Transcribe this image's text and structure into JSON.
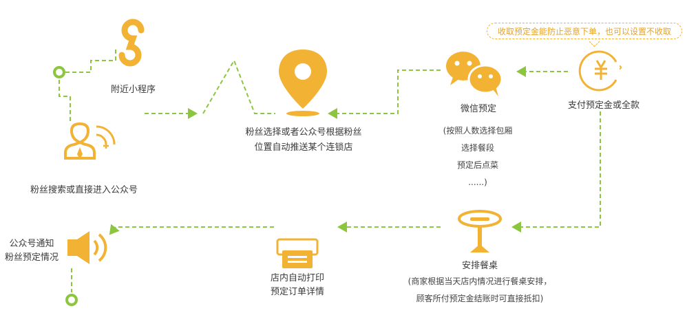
{
  "colors": {
    "accent": "#f2b233",
    "connector": "#8cc63f",
    "text": "#3a3a3a"
  },
  "nodes": {
    "mini_program": {
      "label": "附近小程序",
      "icon": "mini-program-icon"
    },
    "fan_search": {
      "label": "粉丝搜索或直接进入公众号",
      "icon": "user-add-icon"
    },
    "push_store": {
      "line1": "粉丝选择或者公众号根据粉丝",
      "line2": "位置自动推送某个连锁店",
      "icon": "location-pin-icon"
    },
    "wechat_booking": {
      "label": "微信预定",
      "detail1": "(按照人数选择包厢",
      "detail2": "选择餐段",
      "detail3": "预定后点菜",
      "detail4": "......)",
      "icon": "wechat-icon"
    },
    "pay": {
      "label": "支付预定金或全款",
      "icon": "yen-icon",
      "note": "收取预定金能防止恶意下单，也可以设置不收取"
    },
    "arrange_table": {
      "label": "安排餐桌",
      "detail1": "(商家根据当天店内情况进行餐桌安排，",
      "detail2": "顾客所付预定金结账时可直接抵扣)",
      "icon": "table-icon"
    },
    "print": {
      "line1": "店内自动打印",
      "line2": "预定订单详情",
      "icon": "printer-icon"
    },
    "notify": {
      "line1": "公众号通知",
      "line2": "粉丝预定情况",
      "icon": "speaker-icon"
    }
  }
}
